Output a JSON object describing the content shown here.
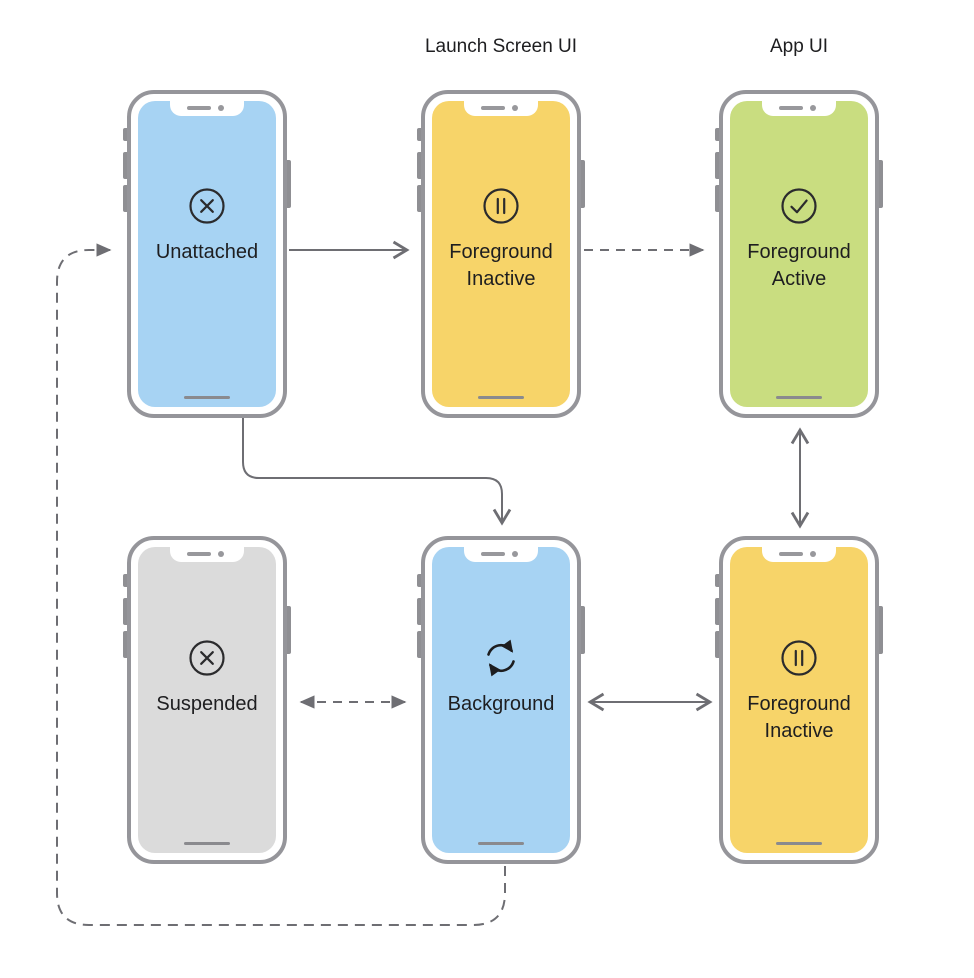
{
  "headers": {
    "launch_screen_ui": "Launch Screen UI",
    "app_ui": "App UI"
  },
  "colors": {
    "screen_blue": "#A7D3F3",
    "screen_yellow": "#F7D469",
    "screen_green": "#C9DD80",
    "screen_gray": "#DBDBDB",
    "frame_gray": "#95959a",
    "arrow_gray": "#6e6e73",
    "text_dark": "#1e1e20",
    "icon_stroke": "#2b2b2d"
  },
  "phones": [
    {
      "id": "unattached",
      "label": "Unattached",
      "icon": "circle-x-icon",
      "screen_color": "#A7D3F3"
    },
    {
      "id": "foreground-inactive-top",
      "label": "Foreground Inactive",
      "icon": "pause-icon",
      "screen_color": "#F7D469"
    },
    {
      "id": "foreground-active",
      "label": "Foreground Active",
      "icon": "check-icon",
      "screen_color": "#C9DD80"
    },
    {
      "id": "suspended",
      "label": "Suspended",
      "icon": "circle-x-icon",
      "screen_color": "#DBDBDB"
    },
    {
      "id": "background",
      "label": "Background",
      "icon": "sync-icon",
      "screen_color": "#A7D3F3"
    },
    {
      "id": "foreground-inactive-bottom",
      "label": "Foreground Inactive",
      "icon": "pause-icon",
      "screen_color": "#F7D469"
    }
  ],
  "connections": [
    {
      "from": "unattached",
      "to": "foreground-inactive-top",
      "line": "solid",
      "heads": "end-chevron"
    },
    {
      "from": "foreground-inactive-top",
      "to": "foreground-active",
      "line": "dashed",
      "heads": "end-triangle"
    },
    {
      "from": "foreground-active",
      "to": "foreground-inactive-bottom",
      "line": "solid",
      "heads": "both-chevron"
    },
    {
      "from": "suspended",
      "to": "background",
      "line": "dashed",
      "heads": "both-triangle"
    },
    {
      "from": "background",
      "to": "foreground-inactive-bottom",
      "line": "solid",
      "heads": "both-chevron"
    },
    {
      "from": "unattached",
      "to": "background",
      "line": "solid-elbow",
      "heads": "end-chevron"
    },
    {
      "from": "background",
      "to": "unattached",
      "line": "dashed-loop",
      "heads": "end-triangle"
    }
  ]
}
